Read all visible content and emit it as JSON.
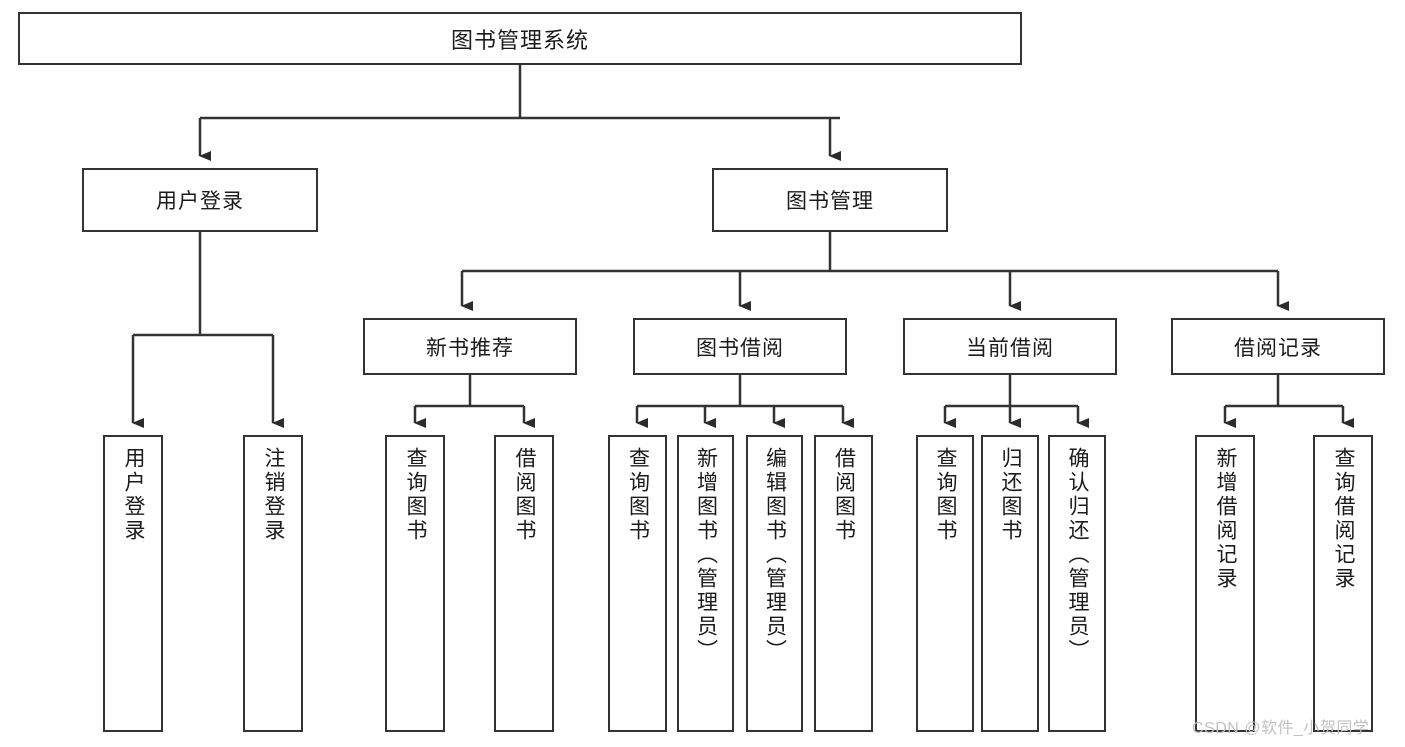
{
  "diagram": {
    "title": "图书管理系统",
    "type": "function-tree",
    "root": {
      "label": "图书管理系统"
    },
    "level2": [
      {
        "label": "用户登录"
      },
      {
        "label": "图书管理"
      }
    ],
    "level3": [
      {
        "label": "新书推荐"
      },
      {
        "label": "图书借阅"
      },
      {
        "label": "当前借阅"
      },
      {
        "label": "借阅记录"
      }
    ],
    "leaves": {
      "user_login": [
        {
          "label": "用户登录"
        },
        {
          "label": "注销登录"
        }
      ],
      "new_book_recommend": [
        {
          "label": "查询图书"
        },
        {
          "label": "借阅图书"
        }
      ],
      "book_borrow": [
        {
          "label": "查询图书"
        },
        {
          "label": "新增图书（管理员）"
        },
        {
          "label": "编辑图书（管理员）"
        },
        {
          "label": "借阅图书"
        }
      ],
      "current_borrow": [
        {
          "label": "查询图书"
        },
        {
          "label": "归还图书"
        },
        {
          "label": "确认归还（管理员）"
        }
      ],
      "borrow_record": [
        {
          "label": "新增借阅记录"
        },
        {
          "label": "查询借阅记录"
        }
      ]
    }
  },
  "watermark": {
    "text": "CSDN @软件_小贺同学"
  },
  "colors": {
    "stroke": "#333333",
    "background": "#ffffff",
    "text": "#1b1b1b",
    "watermark": "#c2c2c2"
  }
}
